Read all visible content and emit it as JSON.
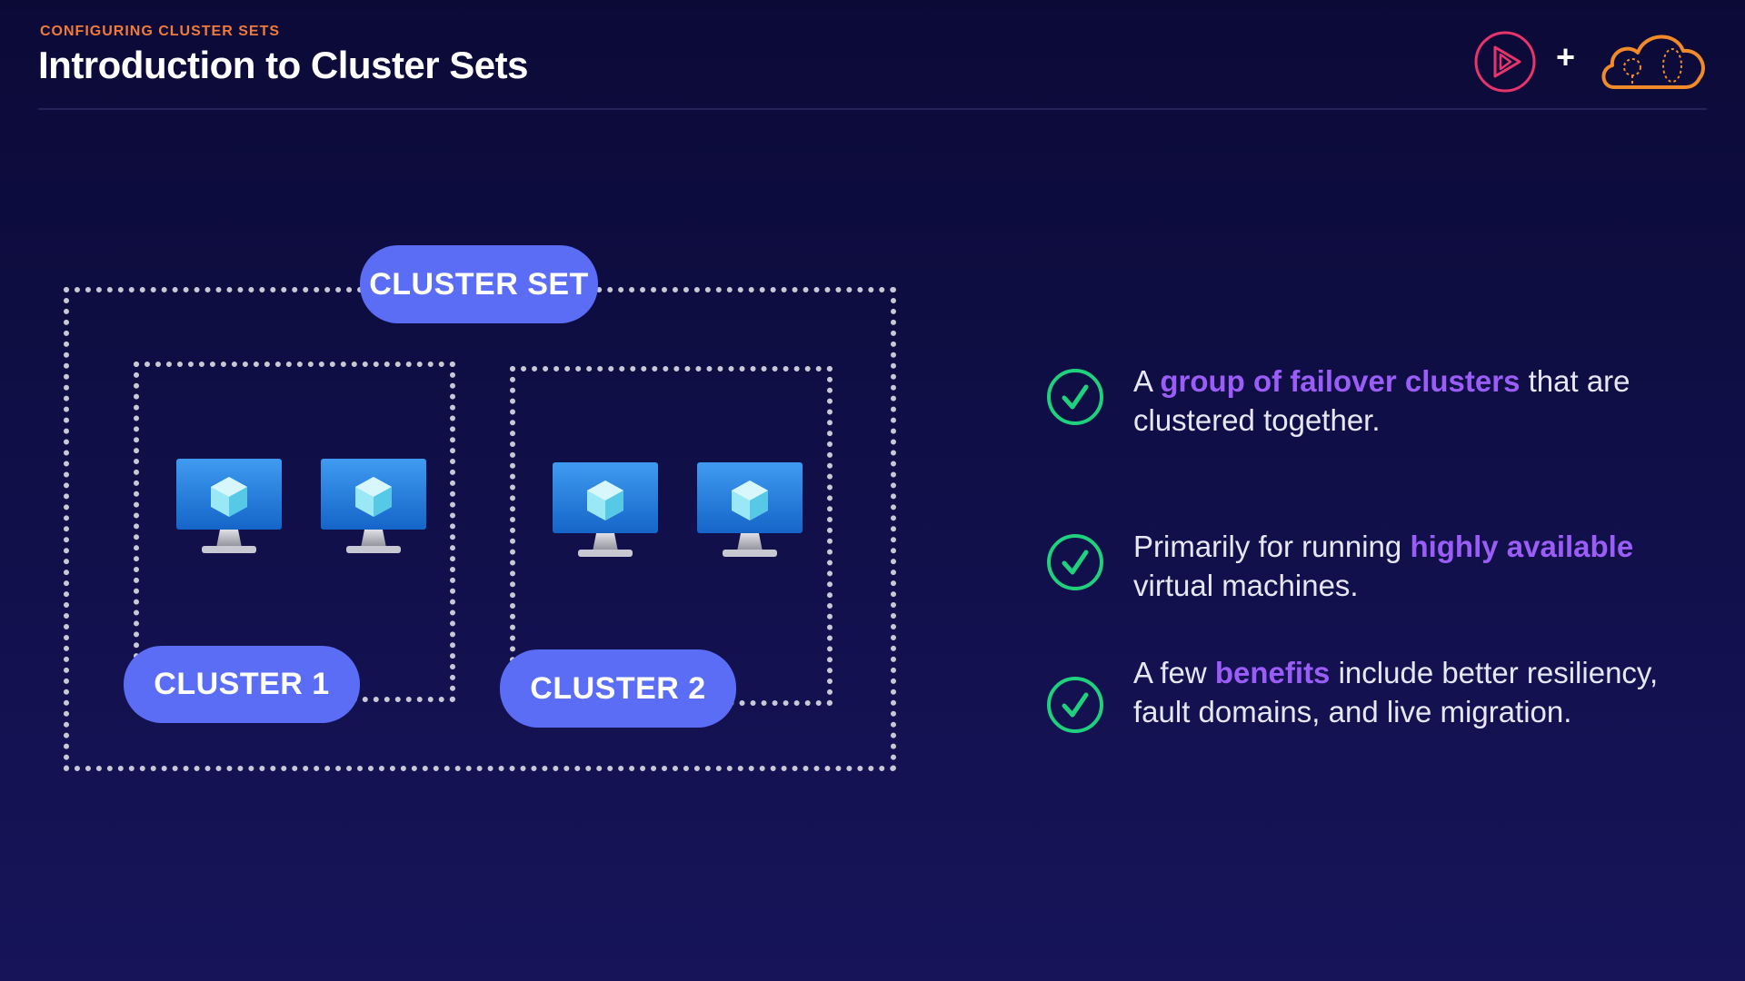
{
  "header": {
    "subtitle": "CONFIGURING CLUSTER SETS",
    "title": "Introduction to Cluster Sets",
    "logo_plus": "+"
  },
  "logos": [
    "play-logo-icon",
    "cloud-logo-icon"
  ],
  "diagram": {
    "cluster_set_label": "CLUSTER SET",
    "cluster1_label": "CLUSTER 1",
    "cluster2_label": "CLUSTER 2",
    "monitor_icon": "virtual-machine-monitor-icon"
  },
  "bullets": [
    {
      "icon": "check-circle-icon",
      "before": "A ",
      "highlight": "group of failover clusters",
      "after": " that are clustered together."
    },
    {
      "icon": "check-circle-icon",
      "before": "Primarily for running ",
      "highlight": "highly available",
      "after": " virtual machines."
    },
    {
      "icon": "check-circle-icon",
      "before": "A few ",
      "highlight": "benefits",
      "after": " include better resiliency, fault domains, and live migration."
    }
  ],
  "colors": {
    "accent_orange": "#f07a3b",
    "pill_blue": "#5b6df5",
    "highlight_purple": "#9b5df7",
    "check_green": "#1fd17c",
    "background": "#0f0e45"
  }
}
